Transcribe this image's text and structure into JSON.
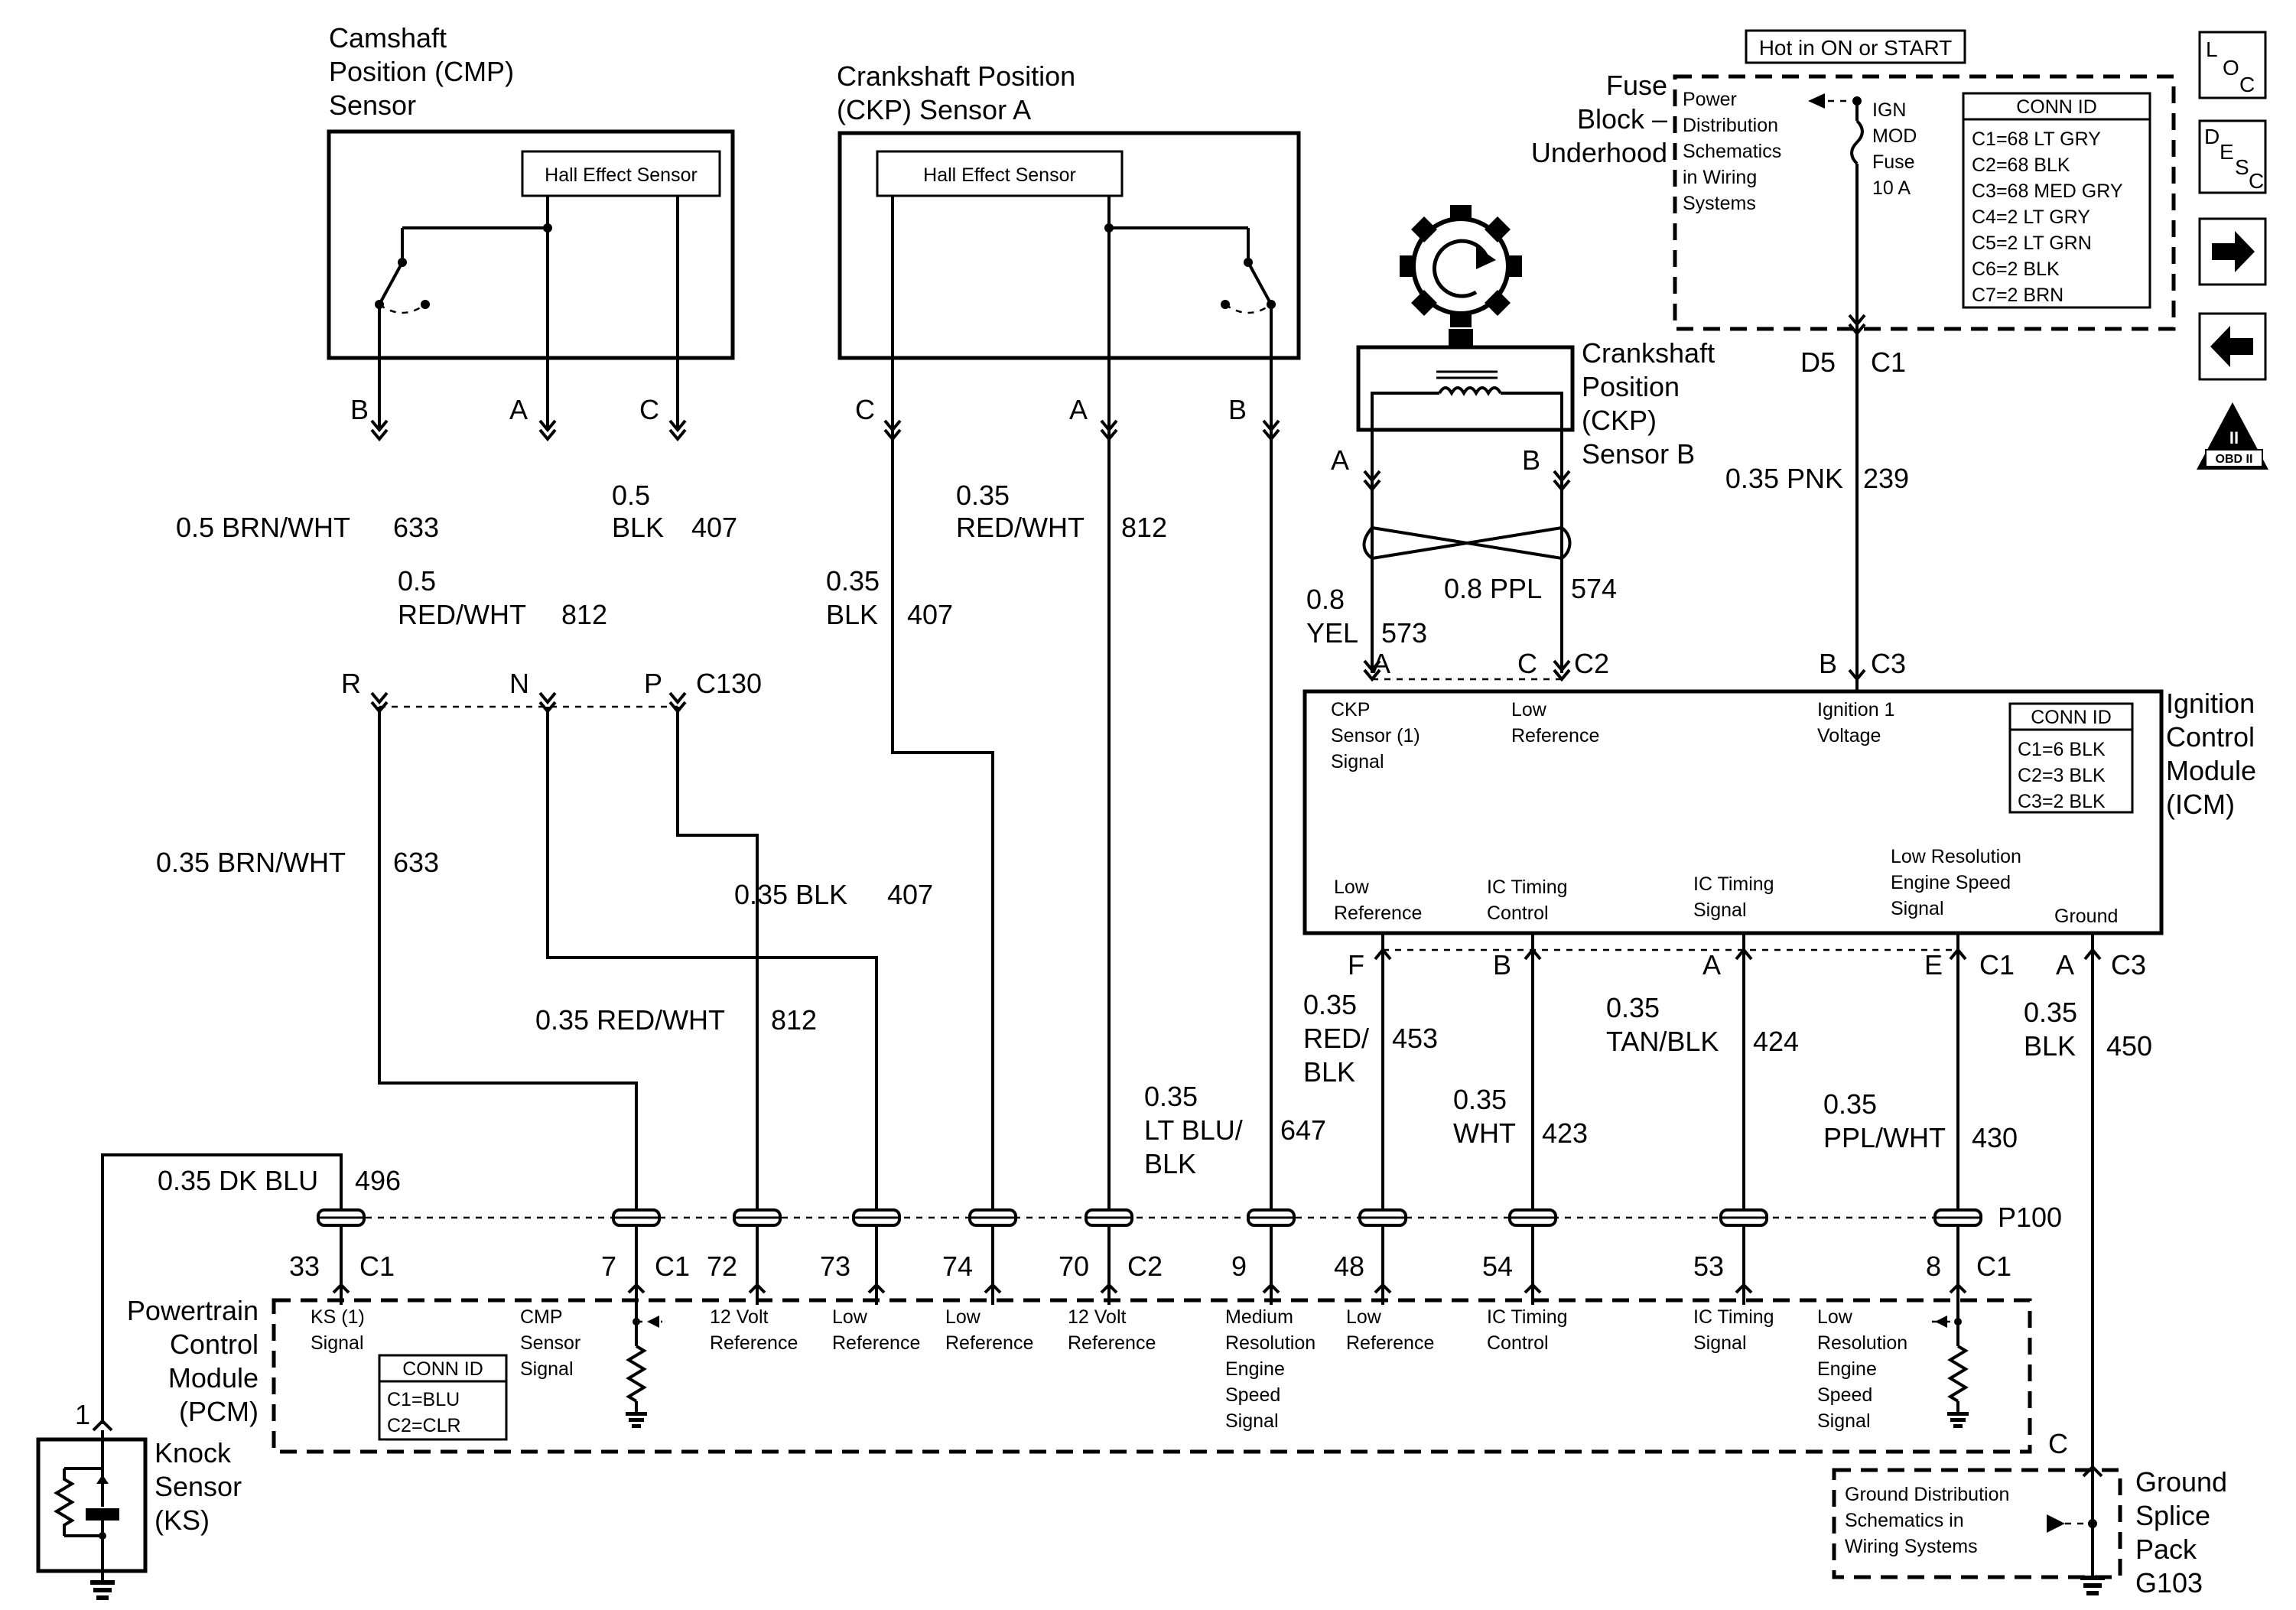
{
  "cmp_sensor": {
    "title": [
      "Camshaft",
      "Position (CMP)",
      "Sensor"
    ],
    "inner": "Hall Effect Sensor",
    "pins": [
      "B",
      "A",
      "C"
    ]
  },
  "ckp_a": {
    "title": [
      "Crankshaft Position",
      "(CKP) Sensor A"
    ],
    "inner": "Hall Effect Sensor",
    "pins": [
      "C",
      "A",
      "B"
    ]
  },
  "ckp_b": {
    "title": [
      "Crankshaft",
      "Position",
      "(CKP)",
      "Sensor B"
    ],
    "pins": [
      "A",
      "B"
    ]
  },
  "fuse_block": {
    "title": [
      "Fuse",
      "Block –",
      "Underhood"
    ],
    "hot_label": "Hot in ON or START",
    "power_note": [
      "Power",
      "Distribution",
      "Schematics",
      "in Wiring",
      "Systems"
    ],
    "fuse": [
      "IGN",
      "MOD",
      "Fuse",
      "10 A"
    ],
    "conn_title": "CONN ID",
    "conn_items": [
      "C1=68 LT GRY",
      "C2=68 BLK",
      "C3=68 MED GRY",
      "C4=2 LT GRY",
      "C5=2 LT GRN",
      "C6=2 BLK",
      "C7=2 BRN"
    ],
    "d5": "D5",
    "c1": "C1"
  },
  "nav": {
    "loc": [
      "L",
      "O",
      "C"
    ],
    "desc": [
      "D",
      "E",
      "S",
      "C"
    ],
    "obd": [
      "II",
      "OBD II"
    ]
  },
  "wire_labels": {
    "w633_top": [
      "0.5 BRN/WHT",
      "633"
    ],
    "w812_top": [
      "0.5",
      "RED/WHT",
      "812"
    ],
    "w407_top": [
      "0.5",
      "BLK",
      "407"
    ],
    "w407_mid": [
      "0.35",
      "BLK",
      "407"
    ],
    "w812_mid": [
      "0.35",
      "RED/WHT",
      "812"
    ],
    "w239": [
      "0.35 PNK",
      "239"
    ],
    "w573": [
      "0.8",
      "YEL",
      "573"
    ],
    "w574": [
      "0.8 PPL",
      "574"
    ],
    "w633_low": [
      "0.35 BRN/WHT",
      "633"
    ],
    "w407_low": [
      "0.35 BLK",
      "407"
    ],
    "w812_low": [
      "0.35 RED/WHT",
      "812"
    ],
    "w496": [
      "0.35 DK BLU",
      "496"
    ],
    "w647": [
      "0.35",
      "LT BLU/",
      "BLK",
      "647"
    ],
    "w453": [
      "0.35",
      "RED/",
      "BLK",
      "453"
    ],
    "w423": [
      "0.35",
      "WHT",
      "423"
    ],
    "w424": [
      "0.35",
      "TAN/BLK",
      "424"
    ],
    "w430": [
      "0.35",
      "PPL/WHT",
      "430"
    ],
    "w450": [
      "0.35",
      "BLK",
      "450"
    ]
  },
  "c130": {
    "pins": [
      "R",
      "N",
      "P"
    ],
    "name": "C130"
  },
  "icm": {
    "title": [
      "Ignition",
      "Control",
      "Module",
      "(ICM)"
    ],
    "top_pins": [
      "A",
      "C",
      "C2",
      "B",
      "C3"
    ],
    "labels_top": [
      [
        "CKP",
        "Sensor (1)",
        "Signal"
      ],
      [
        "Low",
        "Reference"
      ],
      [
        "Ignition 1",
        "Voltage"
      ]
    ],
    "labels_bottom": [
      [
        "Low",
        "Reference"
      ],
      [
        "IC Timing",
        "Control"
      ],
      [
        "IC Timing",
        "Signal"
      ],
      [
        "Low Resolution",
        "Engine Speed",
        "Signal"
      ],
      [
        "Ground"
      ]
    ],
    "bottom_pins": [
      "F",
      "B",
      "A",
      "E",
      "C1",
      "A",
      "C3"
    ],
    "conn_title": "CONN ID",
    "conn_items": [
      "C1=6 BLK",
      "C2=3 BLK",
      "C3=2 BLK"
    ]
  },
  "p100": {
    "name": "P100",
    "pins": [
      "33",
      "C1",
      "7",
      "C1",
      "72",
      "73",
      "74",
      "70",
      "C2",
      "9",
      "48",
      "54",
      "53",
      "8",
      "C1"
    ]
  },
  "pcm": {
    "title": [
      "Powertrain",
      "Control",
      "Module",
      "(PCM)"
    ],
    "labels": [
      [
        "KS (1)",
        "Signal"
      ],
      [
        "CMP",
        "Sensor",
        "Signal"
      ],
      [
        "12 Volt",
        "Reference"
      ],
      [
        "Low",
        "Reference"
      ],
      [
        "Low",
        "Reference"
      ],
      [
        "12 Volt",
        "Reference"
      ],
      [
        "Medium",
        "Resolution",
        "Engine",
        "Speed",
        "Signal"
      ],
      [
        "Low",
        "Reference"
      ],
      [
        "IC Timing",
        "Control"
      ],
      [
        "IC Timing",
        "Signal"
      ],
      [
        "Low",
        "Resolution",
        "Engine",
        "Speed",
        "Signal"
      ]
    ],
    "conn_title": "CONN ID",
    "conn_items": [
      "C1=BLU",
      "C2=CLR"
    ]
  },
  "knock": {
    "pin": "1",
    "title": [
      "Knock",
      "Sensor",
      "(KS)"
    ]
  },
  "ground": {
    "pin": "C",
    "note": [
      "Ground Distribution",
      "Schematics in",
      "Wiring Systems"
    ],
    "title": [
      "Ground",
      "Splice",
      "Pack",
      "G103"
    ]
  }
}
